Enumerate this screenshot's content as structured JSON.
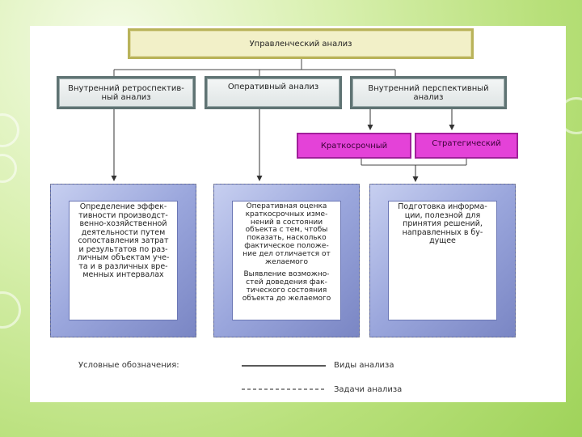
{
  "title": "Управленческий анализ",
  "branches": [
    "Внутренний ретроспектив-\nный анализ",
    "Оперативный анализ",
    "Внутренний перспективный\nанализ"
  ],
  "sub_branches": [
    "Краткосрочный",
    "Стратегический"
  ],
  "tasks": [
    [
      "Определение эффек-",
      "тивности производст-",
      "венно-хозяйственной",
      "деятельности путем",
      "сопоставления затрат",
      "и результатов по раз-",
      "личным объектам уче-",
      "та и в различных вре-",
      "менных интервалах"
    ],
    [
      "Оперативная оценка",
      "краткосрочных изме-",
      "нений в состоянии",
      "объекта с тем, чтобы",
      "показать, насколько",
      "фактическое положе-",
      "ние дел отличается от",
      "желаемого",
      "",
      "Выявление возможно-",
      "стей доведения фак-",
      "тического состояния",
      "объекта до желаемого"
    ],
    [
      "Подготовка информа-",
      "ции, полезной для",
      "принятия решений,",
      "направленных в бу-",
      "дущее"
    ]
  ],
  "legend": {
    "label": "Условные обозначения:",
    "solid": "Виды анализа",
    "dashed": "Задачи анализа"
  }
}
